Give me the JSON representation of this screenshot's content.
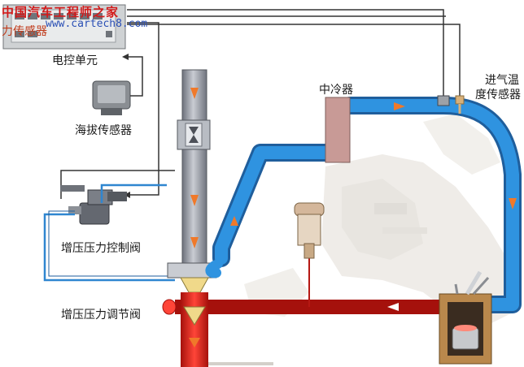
{
  "watermark": {
    "chinese": "中国汽车工程师之家",
    "url": "www.cartech8.com"
  },
  "labels": {
    "pressure_sensor_cut": "力传感器",
    "ecu": "电控单元",
    "altitude_sensor": "海拔传感器",
    "boost_control_valve": "增压压力控制阀",
    "boost_regulating_valve": "增压压力调节阀",
    "intercooler": "中冷器",
    "intake_temp_sensor_line1": "进气温",
    "intake_temp_sensor_line2": "度传感器"
  },
  "colors": {
    "intake_pipe": "#2f93e0",
    "exhaust_pipe": "#e0231c",
    "turbo_column": "#8e929c",
    "intercooler": "#c89a96",
    "flow_arrow": "#f0792a",
    "text": "#1a1a1a",
    "watermark_red": "#d21a1a",
    "watermark_blue": "#2a4fb5"
  }
}
